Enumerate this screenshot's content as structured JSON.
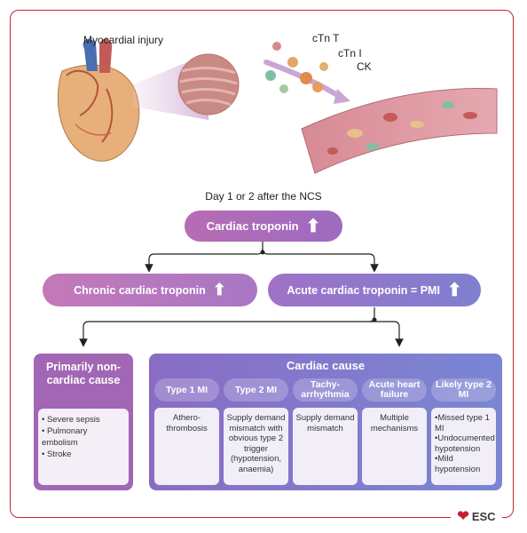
{
  "illustration": {
    "injury_label": "Myocardial injury",
    "markers": [
      "cTn T",
      "cTn I",
      "CK"
    ]
  },
  "timing_label": "Day 1 or 2 after the NCS",
  "top_pill": {
    "label": "Cardiac troponin",
    "arrow": "⬆"
  },
  "chronic_pill": {
    "label": "Chronic cardiac troponin",
    "arrow": "⬆"
  },
  "acute_pill": {
    "label": "Acute cardiac troponin = PMI",
    "arrow": "⬆"
  },
  "non_cardiac": {
    "title": "Primarily non-cardiac cause",
    "items": [
      "Severe sepsis",
      "Pulmonary embolism",
      "Stroke"
    ]
  },
  "cardiac": {
    "title": "Cardiac cause",
    "columns": [
      {
        "header": "Type 1 MI",
        "body": "Athero-\nthrombosis"
      },
      {
        "header": "Type 2 MI",
        "body": "Supply demand mismatch with obvious type 2 trigger (hypotension, anaemia)"
      },
      {
        "header": "Tachy-\narrhythmia",
        "body": "Supply demand mismatch"
      },
      {
        "header": "Acute heart failure",
        "body": "Multiple mechanisms"
      },
      {
        "header": "Likely type 2 MI",
        "items": [
          "Missed type 1 MI",
          "Undocumented hypotension",
          "Mild hypotension"
        ]
      }
    ]
  },
  "logo": {
    "text": "ESC",
    "heart": "❤"
  },
  "colors": {
    "frame": "#c8202f",
    "purple": "#a166b4",
    "blue": "#7a86d4"
  }
}
